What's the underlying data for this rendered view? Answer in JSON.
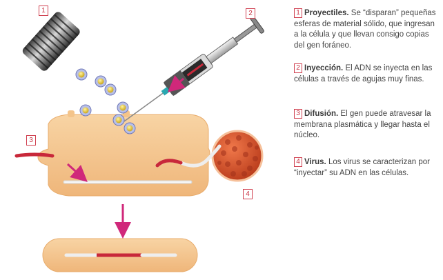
{
  "markers": [
    {
      "id": "1",
      "label": "1"
    },
    {
      "id": "2",
      "label": "2"
    },
    {
      "id": "3",
      "label": "3"
    },
    {
      "id": "4",
      "label": "4"
    }
  ],
  "legend": [
    {
      "num": "1",
      "term": "Proyectiles.",
      "text": "Se “disparan” pequeñas esferas de material sólido, que ingresan a la célula y que llevan consigo copias del gen foráneo."
    },
    {
      "num": "2",
      "term": "Inyección.",
      "text": "El ADN se inyecta en las células a través de agujas muy finas."
    },
    {
      "num": "3",
      "term": "Difusión.",
      "text": "El gen puede atravesar la membrana plasmática y llegar hasta el núcleo."
    },
    {
      "num": "4",
      "term": "Virus.",
      "text": "Los virus se caracterizan por “inyectar” su ADN en las células."
    }
  ],
  "colors": {
    "cell": "#f4c48a",
    "cell_edge": "#e8ac6c",
    "dna_red": "#c8283a",
    "arrow": "#d0287a",
    "virus": "#d8502a",
    "marker_border": "#d04050"
  }
}
